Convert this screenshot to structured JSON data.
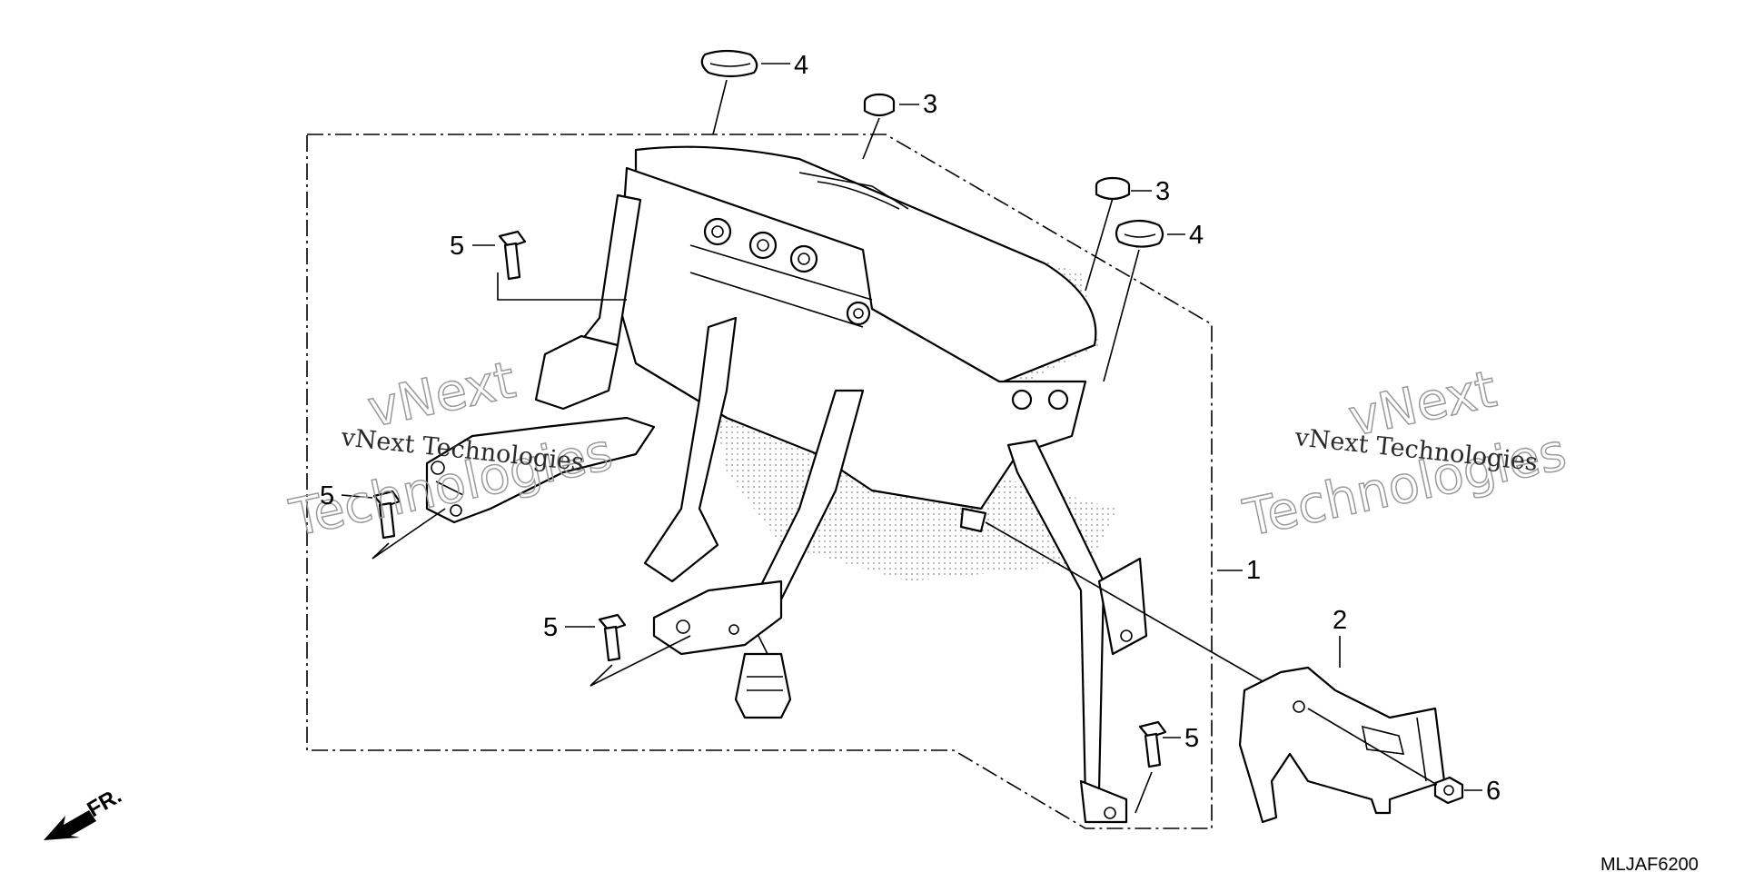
{
  "diagram": {
    "code": "MLJAF6200",
    "front_indicator": "FR.",
    "watermark": {
      "brand_large_1": "vNext",
      "brand_large_2": "Technologies",
      "brand_small": "vNext Technologies"
    },
    "callouts": [
      {
        "id": "c1",
        "label": "1"
      },
      {
        "id": "c2",
        "label": "2"
      },
      {
        "id": "c3a",
        "label": "3"
      },
      {
        "id": "c3b",
        "label": "3"
      },
      {
        "id": "c4a",
        "label": "4"
      },
      {
        "id": "c4b",
        "label": "4"
      },
      {
        "id": "c5a",
        "label": "5"
      },
      {
        "id": "c5b",
        "label": "5"
      },
      {
        "id": "c5c",
        "label": "5"
      },
      {
        "id": "c5d",
        "label": "5"
      },
      {
        "id": "c6",
        "label": "6"
      }
    ]
  }
}
